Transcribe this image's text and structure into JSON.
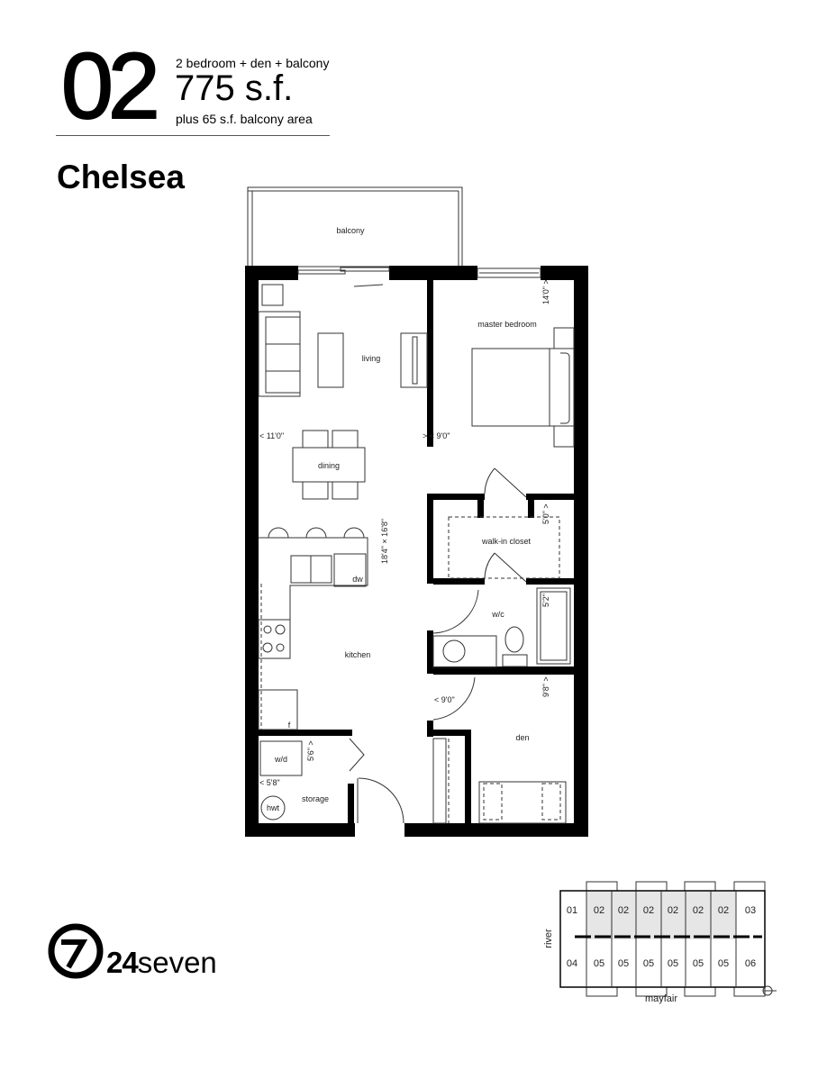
{
  "header": {
    "unit_number": "02",
    "unit_type": "2 bedroom + den + balcony",
    "area": "775 s.f.",
    "balcony_area": "plus 65 s.f. balcony area",
    "plan_name": "Chelsea"
  },
  "floorplan": {
    "rooms": {
      "balcony": "balcony",
      "living": "living",
      "master_bedroom": "master bedroom",
      "dining": "dining",
      "walk_in_closet": "walk-in closet",
      "kitchen": "kitchen",
      "wc": "w/c",
      "den": "den",
      "storage": "storage"
    },
    "fixtures": {
      "dishwasher": "dw",
      "washer_dryer": "w/d",
      "hot_water_tank": "hwt",
      "fridge": "f"
    },
    "dimensions": {
      "living_width": "< 11'0\"",
      "living_depth": "18'4\" × 16'8\"",
      "bedroom_width": "> < 9'0\"",
      "bedroom_depth": "14'0\" >",
      "closet_depth": "5'0\" >",
      "bath_depth": "5'2\"",
      "den_depth": "9'8\" >",
      "den_width": "< 9'0\"",
      "storage_depth": "5'6\" >",
      "storage_width": "< 5'8\""
    }
  },
  "keyplan": {
    "top_row": [
      "01",
      "02",
      "02",
      "02",
      "02",
      "02",
      "02",
      "03"
    ],
    "bottom_row": [
      "04",
      "05",
      "05",
      "05",
      "05",
      "05",
      "05",
      "06"
    ],
    "highlight_unit": "02",
    "highlight_color": "#e6e6e6",
    "street_left": "river",
    "street_bottom": "mayfair",
    "north_icon": "north-arrow-icon"
  },
  "branding": {
    "logo_bold": "24",
    "logo_light": "seven",
    "logo_icon": "circle-seven-icon"
  }
}
